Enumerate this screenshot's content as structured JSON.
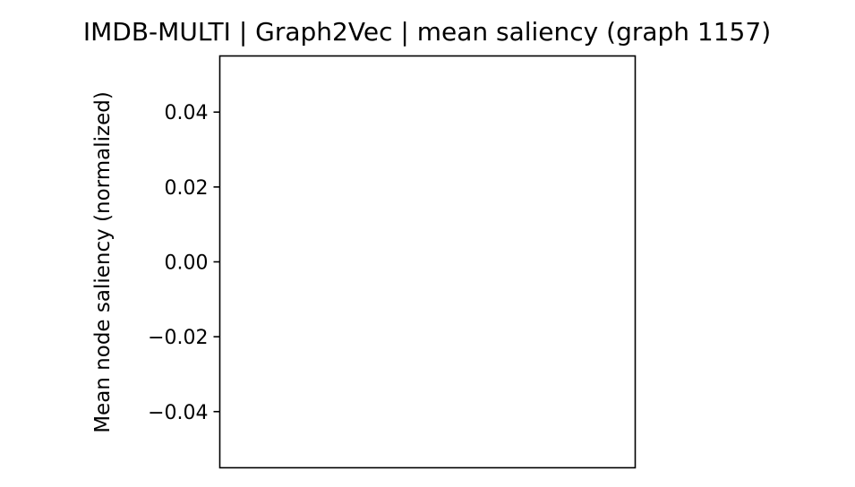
{
  "chart_data": {
    "type": "bar",
    "title": "IMDB-MULTI | Graph2Vec | mean saliency (graph 1157)",
    "xlabel": "",
    "ylabel": "Mean node saliency (normalized)",
    "ylim": [
      -0.055,
      0.055
    ],
    "yticks": [
      0.04,
      0.02,
      0.0,
      -0.02,
      -0.04
    ],
    "ytick_labels": [
      "0.04",
      "0.02",
      "0.00",
      "−0.02",
      "−0.04"
    ],
    "xticks": [],
    "categories": [],
    "values": [],
    "grid": false,
    "legend": "none"
  }
}
